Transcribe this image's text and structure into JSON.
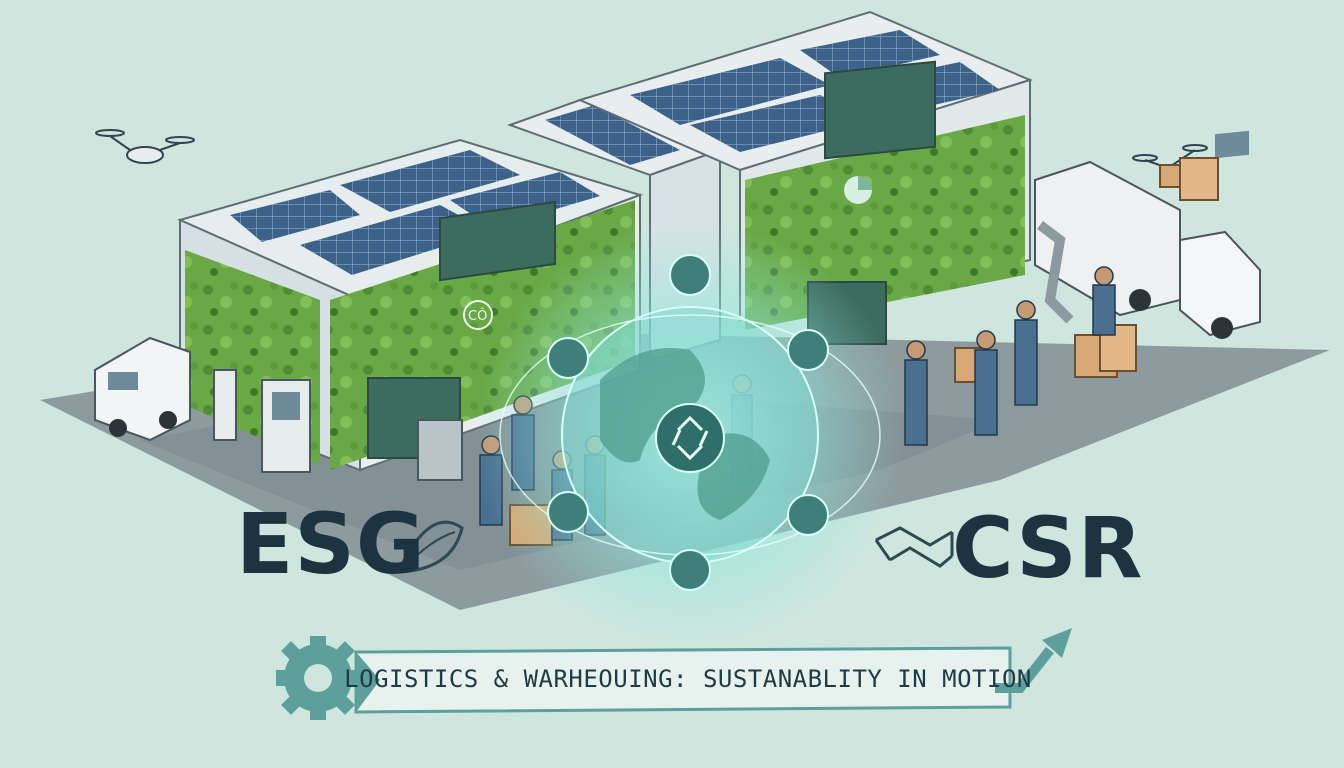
{
  "labels": {
    "esg": "ESG",
    "csr": "CSR",
    "banner": "LOGISTICS & WARHEOUING: SUSTANABLITY IN MOTION",
    "hub_panel_text": "CÔ"
  },
  "icons": [
    "drone-icon",
    "leaf-icon",
    "handshake-icon",
    "gear-icon",
    "growth-arrow-icon",
    "recycle-icon",
    "globe-icon",
    "solar-panel-icon",
    "delivery-truck-icon",
    "ev-charger-icon",
    "cardboard-box-icon",
    "robot-arm-icon"
  ],
  "colors": {
    "background": "#cfe6de",
    "ink": "#1c3340",
    "green_wall": "#6fae4a",
    "solar": "#3a5f86",
    "teal_accent": "#5d9f9a",
    "glow": "#9ff0e6"
  }
}
